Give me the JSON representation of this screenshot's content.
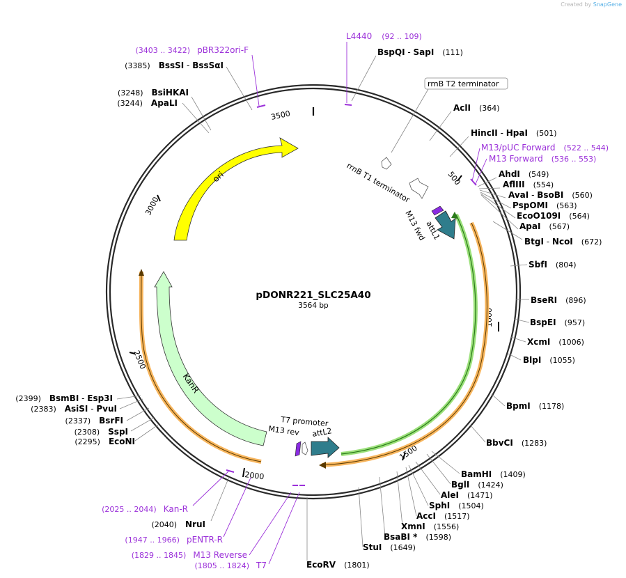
{
  "brand": {
    "created_by": "Created by",
    "name": "SnapGene"
  },
  "plasmid": {
    "name": "pDONR221_SLC25A40",
    "size_label": "3564 bp",
    "length": 3564
  },
  "colors": {
    "primer": "#9b30d9",
    "enzyme": "#000000",
    "ori": "#ffff00",
    "kanr": "#ccffcc",
    "att": "#2f7d8c",
    "orf_fill": "#f7b55d",
    "orf_green": "#9be07a",
    "dark_green": "#2a7a1a",
    "m13_arrow": "#8a2be2",
    "terminator": "#ffffff"
  },
  "ticks": [
    "500",
    "1000",
    "1500",
    "2000",
    "2500",
    "3000",
    "3500"
  ],
  "features": {
    "ori": "ori",
    "kanr": "KanR",
    "rrnb_t1": "rrnB T1 terminator",
    "rrnb_t2": "rrnB T2 terminator",
    "m13_fwd": "M13 fwd",
    "attl1": "attL1",
    "t7_promoter": "T7 promoter",
    "m13_rev": "M13 rev",
    "attl2": "attL2"
  },
  "enzymes": [
    {
      "id": "bspqi",
      "name": "BspQI",
      "name2": "SapI",
      "pos": "(111)"
    },
    {
      "id": "acli",
      "name": "AclI",
      "name2": "",
      "pos": "(364)"
    },
    {
      "id": "hincii",
      "name": "HincII",
      "name2": "HpaI",
      "pos": "(501)"
    },
    {
      "id": "ahdi",
      "name": "AhdI",
      "name2": "",
      "pos": "(549)"
    },
    {
      "id": "aflii",
      "name": "AflIII",
      "name2": "",
      "pos": "(554)"
    },
    {
      "id": "avai",
      "name": "AvaI",
      "name2": "BsoBI",
      "pos": "(560)"
    },
    {
      "id": "pspomi",
      "name": "PspOMI",
      "name2": "",
      "pos": "(563)"
    },
    {
      "id": "eco0109i",
      "name": "EcoO109I",
      "name2": "",
      "pos": "(564)"
    },
    {
      "id": "apai",
      "name": "ApaI",
      "name2": "",
      "pos": "(567)"
    },
    {
      "id": "btgi",
      "name": "BtgI",
      "name2": "NcoI",
      "pos": "(672)"
    },
    {
      "id": "sbfi",
      "name": "SbfI",
      "name2": "",
      "pos": "(804)"
    },
    {
      "id": "bseri",
      "name": "BseRI",
      "name2": "",
      "pos": "(896)"
    },
    {
      "id": "bspei",
      "name": "BspEI",
      "name2": "",
      "pos": "(957)"
    },
    {
      "id": "xcmi",
      "name": "XcmI",
      "name2": "",
      "pos": "(1006)"
    },
    {
      "id": "blpi",
      "name": "BlpI",
      "name2": "",
      "pos": "(1055)"
    },
    {
      "id": "bpmi",
      "name": "BpmI",
      "name2": "",
      "pos": "(1178)"
    },
    {
      "id": "bbvci",
      "name": "BbvCI",
      "name2": "",
      "pos": "(1283)"
    },
    {
      "id": "bamhi",
      "name": "BamHI",
      "name2": "",
      "pos": "(1409)"
    },
    {
      "id": "bgli",
      "name": "BglI",
      "name2": "",
      "pos": "(1424)"
    },
    {
      "id": "alei",
      "name": "AleI",
      "name2": "",
      "pos": "(1471)"
    },
    {
      "id": "sphi",
      "name": "SphI",
      "name2": "",
      "pos": "(1504)"
    },
    {
      "id": "acci",
      "name": "AccI",
      "name2": "",
      "pos": "(1517)"
    },
    {
      "id": "xmni",
      "name": "XmnI",
      "name2": "",
      "pos": "(1556)"
    },
    {
      "id": "bsabi",
      "name": "BsaBI *",
      "name2": "",
      "pos": "(1598)"
    },
    {
      "id": "stui",
      "name": "StuI",
      "name2": "",
      "pos": "(1649)"
    },
    {
      "id": "ecorv",
      "name": "EcoRV",
      "name2": "",
      "pos": "(1801)"
    },
    {
      "id": "nrui",
      "name": "NruI",
      "name2": "",
      "pos": "(2040)"
    },
    {
      "id": "econi",
      "name": "EcoNI",
      "name2": "",
      "pos": "(2295)"
    },
    {
      "id": "sspi",
      "name": "SspI",
      "name2": "",
      "pos": "(2308)"
    },
    {
      "id": "bsrfi",
      "name": "BsrFI",
      "name2": "",
      "pos": "(2337)"
    },
    {
      "id": "asisi",
      "name": "AsiSI",
      "name2": "PvuI",
      "pos": "(2383)"
    },
    {
      "id": "bsmbi",
      "name": "BsmBI",
      "name2": "Esp3I",
      "pos": "(2399)"
    },
    {
      "id": "apali",
      "name": "ApaLI",
      "name2": "",
      "pos": "(3244)"
    },
    {
      "id": "bsihkai",
      "name": "BsiHKAI",
      "name2": "",
      "pos": "(3248)"
    },
    {
      "id": "bsssi",
      "name": "BssSI",
      "name2": "BssSαI",
      "pos": "(3385)"
    }
  ],
  "primers": [
    {
      "id": "l4440",
      "name": "L4440",
      "range": "(92 .. 109)"
    },
    {
      "id": "m13puc",
      "name": "M13/pUC Forward",
      "range": "(522 .. 544)"
    },
    {
      "id": "m13fwd",
      "name": "M13 Forward",
      "range": "(536 .. 553)"
    },
    {
      "id": "pbr322",
      "name": "pBR322ori-F",
      "range": "(3403 .. 3422)"
    },
    {
      "id": "kanr_p",
      "name": "Kan-R",
      "range": "(2025 .. 2044)"
    },
    {
      "id": "pentr",
      "name": "pENTR-R",
      "range": "(1947 .. 1966)"
    },
    {
      "id": "m13rev",
      "name": "M13 Reverse",
      "range": "(1829 .. 1845)"
    },
    {
      "id": "t7",
      "name": "T7",
      "range": "(1805 .. 1824)"
    }
  ]
}
